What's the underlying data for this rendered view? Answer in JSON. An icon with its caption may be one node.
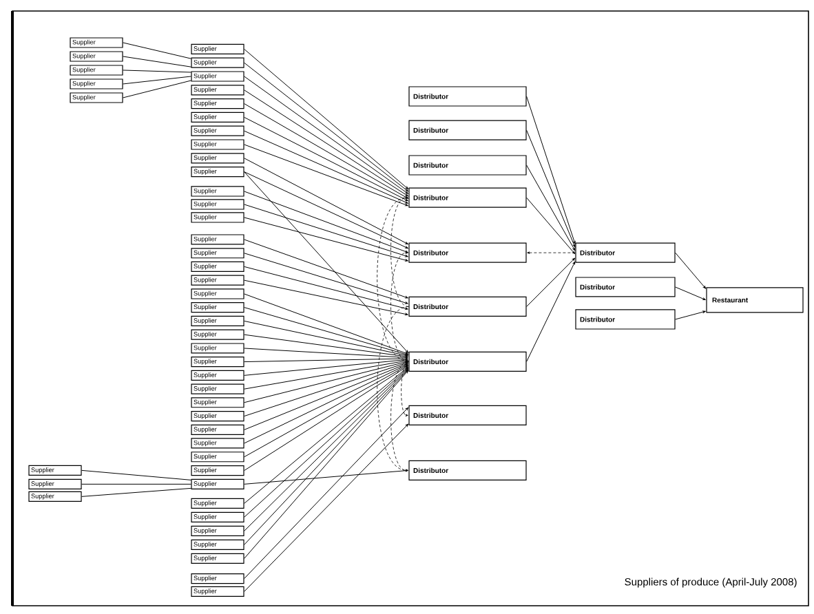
{
  "diagram": {
    "caption": "Suppliers of produce (April-July 2008)",
    "nodes": [
      {
        "text": [
          "Supplier"
        ]
      },
      {
        "text": [
          "Supplier"
        ]
      },
      {
        "text": [
          "Supplier"
        ]
      },
      {
        "text": [
          "Supplier"
        ]
      },
      {
        "text": [
          "Supplier"
        ]
      },
      {
        "text": [
          "Supplier"
        ]
      },
      {
        "text": [
          "Supplier"
        ]
      },
      {
        "text": [
          "Supplier"
        ]
      },
      {
        "text": [
          "Supplier"
        ]
      },
      {
        "text": [
          "Supplier"
        ]
      },
      {
        "text": [
          "Supplier"
        ]
      },
      {
        "text": [
          "Supplier"
        ]
      },
      {
        "text": [
          "Supplier"
        ]
      },
      {
        "text": [
          "Supplier"
        ]
      },
      {
        "text": [
          "Supplier"
        ]
      },
      {
        "text": [
          "Supplier"
        ]
      },
      {
        "text": [
          "Supplier"
        ]
      },
      {
        "text": [
          "Supplier"
        ]
      },
      {
        "text": [
          "Supplier"
        ]
      },
      {
        "text": [
          "Supplier"
        ]
      },
      {
        "text": [
          "Supplier"
        ]
      },
      {
        "text": [
          "Supplier"
        ]
      },
      {
        "text": [
          "Supplier"
        ]
      },
      {
        "text": [
          "Supplier"
        ]
      },
      {
        "text": [
          "Supplier"
        ]
      },
      {
        "text": [
          "Supplier"
        ]
      },
      {
        "text": [
          "Supplier"
        ]
      },
      {
        "text": [
          "Supplier"
        ]
      },
      {
        "text": [
          "Supplier"
        ]
      },
      {
        "text": [
          "Supplier"
        ]
      },
      {
        "text": [
          "Supplier"
        ]
      },
      {
        "text": [
          "Supplier"
        ]
      },
      {
        "text": [
          "Supplier"
        ]
      },
      {
        "text": [
          "Supplier"
        ]
      },
      {
        "text": [
          "Supplier"
        ]
      },
      {
        "text": [
          "Supplier"
        ]
      },
      {
        "text": [
          "Supplier"
        ]
      },
      {
        "text": [
          "Supplier"
        ]
      },
      {
        "text": [
          "Supplier"
        ]
      },
      {
        "text": [
          "Supplier"
        ]
      },
      {
        "text": [
          "Supplier"
        ]
      },
      {
        "text": [
          "Supplier"
        ]
      },
      {
        "text": [
          "Supplier"
        ]
      },
      {
        "text": [
          "Supplier"
        ]
      },
      {
        "text": [
          "Supplier"
        ]
      },
      {
        "text": [
          "Supplier"
        ]
      },
      {
        "text": [
          "Supplier"
        ]
      },
      {
        "text": [
          "Distributor"
        ]
      },
      {
        "text": [
          "Distributor"
        ]
      },
      {
        "text": [
          "Distributor"
        ]
      },
      {
        "text": [
          "Distributor"
        ]
      },
      {
        "text": [
          "Distributor"
        ]
      },
      {
        "text": [
          "Distributor"
        ]
      },
      {
        "text": [
          "Distributor"
        ]
      },
      {
        "text": [
          "Distributor"
        ]
      },
      {
        "text": [
          "Distributor"
        ]
      },
      {
        "text": [
          "Distributor"
        ]
      },
      {
        "text": [
          "Distributor"
        ]
      },
      {
        "text": [
          "Distributor"
        ]
      },
      {
        "text": [
          "Restaurant"
        ]
      }
    ],
    "edges": [
      {
        "from": 0,
        "to": 6,
        "arrow": "none"
      },
      {
        "from": 1,
        "to": 6,
        "arrow": "none"
      },
      {
        "from": 2,
        "to": 7,
        "arrow": "none"
      },
      {
        "from": 3,
        "to": 7,
        "arrow": "none"
      },
      {
        "from": 4,
        "to": 7,
        "arrow": "none"
      },
      {
        "from": 44,
        "to": 36,
        "arrow": "none"
      },
      {
        "from": 45,
        "to": 36,
        "arrow": "none"
      },
      {
        "from": 46,
        "to": 36,
        "arrow": "none"
      },
      {
        "from": 5,
        "to": 50,
        "arrow": "to"
      },
      {
        "from": 6,
        "to": 50,
        "arrow": "to"
      },
      {
        "from": 7,
        "to": 50,
        "arrow": "to"
      },
      {
        "from": 8,
        "to": 50,
        "arrow": "to"
      },
      {
        "from": 9,
        "to": 50,
        "arrow": "to"
      },
      {
        "from": 10,
        "to": 50,
        "arrow": "to"
      },
      {
        "from": 11,
        "to": 50,
        "arrow": "to"
      },
      {
        "from": 12,
        "to": 50,
        "arrow": "to"
      },
      {
        "from": 13,
        "to": 51,
        "arrow": "to"
      },
      {
        "from": 14,
        "to": 51,
        "arrow": "to"
      },
      {
        "from": 14,
        "to": 53,
        "arrow": "to"
      },
      {
        "from": 15,
        "to": 51,
        "arrow": "to"
      },
      {
        "from": 16,
        "to": 51,
        "arrow": "to"
      },
      {
        "from": 17,
        "to": 51,
        "arrow": "to"
      },
      {
        "from": 18,
        "to": 52,
        "arrow": "to"
      },
      {
        "from": 19,
        "to": 52,
        "arrow": "to"
      },
      {
        "from": 20,
        "to": 52,
        "arrow": "to"
      },
      {
        "from": 21,
        "to": 52,
        "arrow": "to"
      },
      {
        "from": 22,
        "to": 53,
        "arrow": "to"
      },
      {
        "from": 23,
        "to": 53,
        "arrow": "to"
      },
      {
        "from": 24,
        "to": 53,
        "arrow": "to"
      },
      {
        "from": 25,
        "to": 53,
        "arrow": "to"
      },
      {
        "from": 26,
        "to": 53,
        "arrow": "to"
      },
      {
        "from": 27,
        "to": 53,
        "arrow": "to"
      },
      {
        "from": 28,
        "to": 53,
        "arrow": "to"
      },
      {
        "from": 29,
        "to": 53,
        "arrow": "to"
      },
      {
        "from": 30,
        "to": 53,
        "arrow": "to"
      },
      {
        "from": 31,
        "to": 53,
        "arrow": "to"
      },
      {
        "from": 32,
        "to": 53,
        "arrow": "to"
      },
      {
        "from": 33,
        "to": 53,
        "arrow": "to"
      },
      {
        "from": 34,
        "to": 53,
        "arrow": "to"
      },
      {
        "from": 35,
        "to": 53,
        "arrow": "to"
      },
      {
        "from": 36,
        "to": 55,
        "arrow": "to"
      },
      {
        "from": 37,
        "to": 53,
        "arrow": "to"
      },
      {
        "from": 38,
        "to": 53,
        "arrow": "to"
      },
      {
        "from": 39,
        "to": 53,
        "arrow": "to"
      },
      {
        "from": 40,
        "to": 53,
        "arrow": "to"
      },
      {
        "from": 41,
        "to": 53,
        "arrow": "to"
      },
      {
        "from": 42,
        "to": 54,
        "arrow": "to"
      },
      {
        "from": 43,
        "to": 54,
        "arrow": "to"
      },
      {
        "from": 53,
        "to": 50,
        "arrow": "to",
        "style": "dashed"
      },
      {
        "from": 53,
        "to": 51,
        "arrow": "to",
        "style": "dashed"
      },
      {
        "from": 53,
        "to": 54,
        "arrow": "to",
        "style": "dashed"
      },
      {
        "from": 53,
        "to": 55,
        "arrow": "to",
        "style": "dashed"
      },
      {
        "from": 52,
        "to": 50,
        "arrow": "to",
        "style": "dashed"
      },
      {
        "from": 52,
        "to": 55,
        "arrow": "to",
        "style": "dashed"
      },
      {
        "from": 56,
        "to": 51,
        "arrow": "to",
        "style": "dashed"
      },
      {
        "from": 47,
        "to": 56,
        "arrow": "to"
      },
      {
        "from": 48,
        "to": 56,
        "arrow": "to"
      },
      {
        "from": 49,
        "to": 56,
        "arrow": "to"
      },
      {
        "from": 50,
        "to": 56,
        "arrow": "to"
      },
      {
        "from": 52,
        "to": 56,
        "arrow": "to"
      },
      {
        "from": 53,
        "to": 56,
        "arrow": "to"
      },
      {
        "from": 56,
        "to": 59,
        "arrow": "to"
      },
      {
        "from": 57,
        "to": 59,
        "arrow": "to"
      },
      {
        "from": 58,
        "to": 59,
        "arrow": "to"
      }
    ]
  }
}
